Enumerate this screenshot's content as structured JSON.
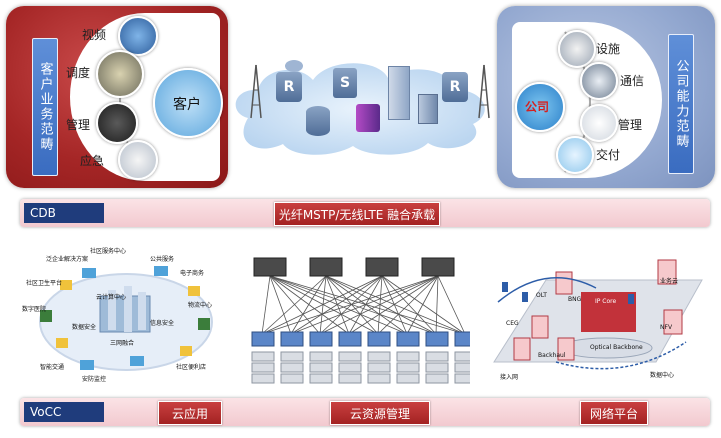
{
  "left_panel": {
    "title": "客户业务范畴",
    "items": [
      "视频",
      "调度",
      "管理",
      "应急"
    ],
    "center_label": "客户"
  },
  "right_panel": {
    "title": "公司能力范畴",
    "items": [
      "设施",
      "通信",
      "管理",
      "交付"
    ],
    "center_label": "公司"
  },
  "network": {
    "router_letter": "R",
    "switch_letter": "S"
  },
  "cdb_bar": {
    "tag": "CDB",
    "button": "光纤MSTP/无线LTE 融合承载"
  },
  "vocc_bar": {
    "tag": "VoCC",
    "buttons": [
      "云应用",
      "云资源管理",
      "网络平台"
    ]
  },
  "cloud_app": {
    "labels": [
      "泛企业解决方案",
      "社区服务中心",
      "公共服务",
      "电子商务",
      "社区卫生平台",
      "云计算中心",
      "信息安全",
      "数字医院",
      "数据安全",
      "物流中心",
      "三网融合",
      "智能交通",
      "安防监控",
      "社区便利店"
    ]
  },
  "net_platform": {
    "labels": [
      "IP Core",
      "Optical Backbone",
      "BNG",
      "NFV",
      "OLT",
      "CEG",
      "Backhaul",
      "业务云",
      "接入网",
      "数据中心"
    ]
  },
  "colors": {
    "accent_red": "#a52626",
    "accent_blue": "#93a8d0",
    "tag_navy": "#1f3c7c"
  }
}
